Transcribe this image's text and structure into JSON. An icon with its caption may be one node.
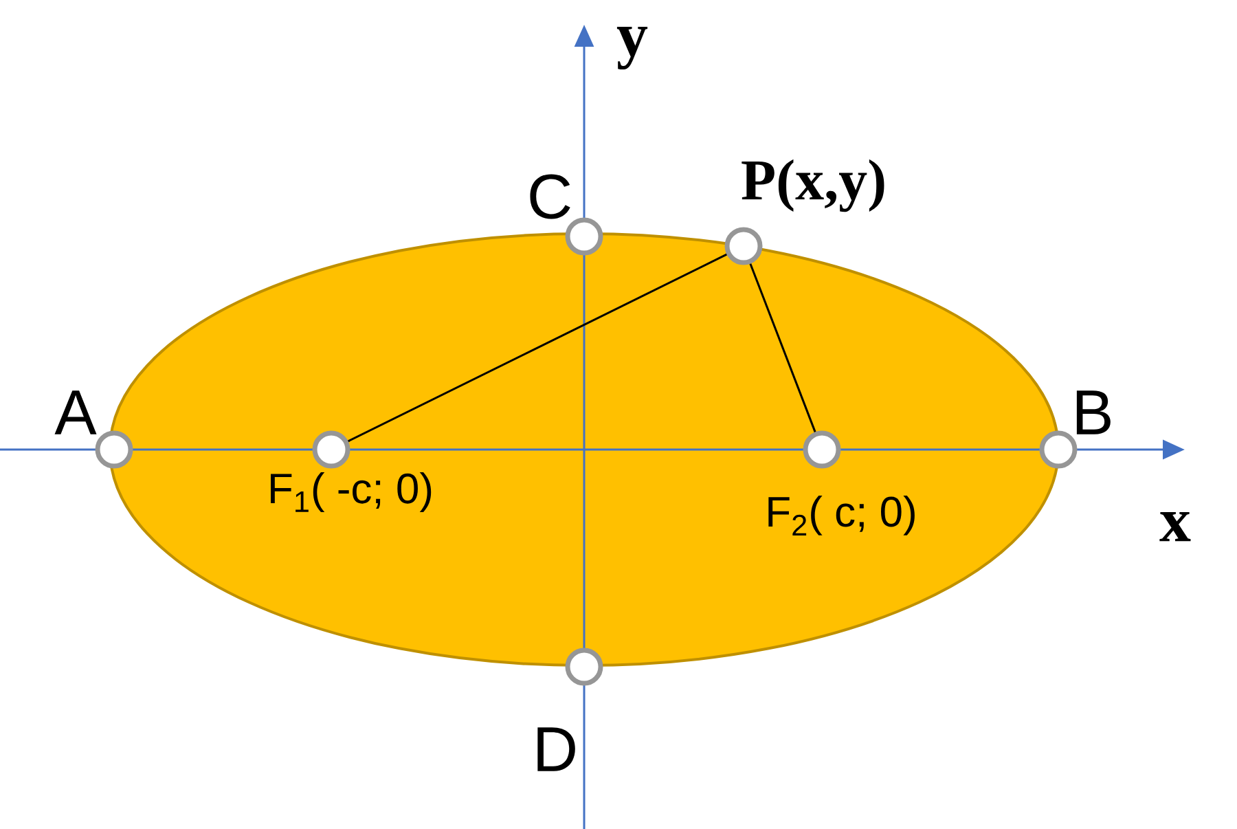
{
  "diagram": {
    "nodes": [
      {
        "text": [],
        "shape": "circle",
        "beside": [
          "C"
        ]
      },
      {
        "text": [],
        "shape": "circle",
        "beside": [
          "P(x,y)"
        ]
      },
      {
        "text": [],
        "shape": "circle",
        "beside": [
          "A"
        ]
      },
      {
        "text": [],
        "shape": "circle",
        "beside": [
          "F$_{1}$( -c; 0)"
        ]
      },
      {
        "text": [],
        "shape": "circle",
        "beside": [
          "F$_{2}$( c; 0)"
        ]
      },
      {
        "text": [],
        "shape": "circle",
        "beside": [
          "B"
        ]
      },
      {
        "text": [],
        "shape": "circle",
        "beside": [
          "D"
        ]
      }
    ],
    "edges": [
      {
        "from": 1,
        "to": 3,
        "arrow": "none"
      },
      {
        "from": 1,
        "to": 4,
        "arrow": "none"
      }
    ],
    "labels": [
      "y",
      "x"
    ]
  }
}
